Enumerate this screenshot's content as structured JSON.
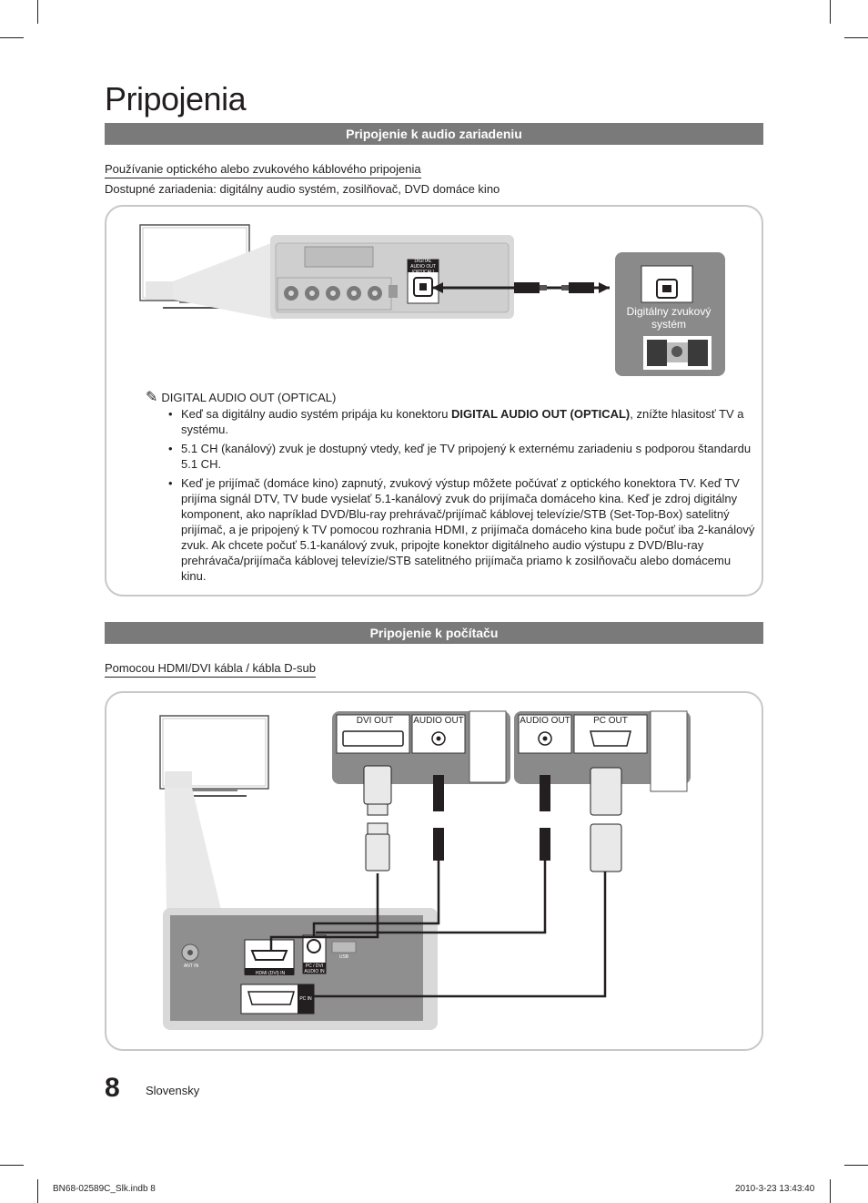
{
  "page": {
    "title": "Pripojenia",
    "page_number": "8",
    "language": "Slovensky",
    "file_slug": "BN68-02589C_Slk.indb   8",
    "timestamp": "2010-3-23   13:43:40"
  },
  "audio_section": {
    "header": "Pripojenie k audio zariadeniu",
    "subheading": "Používanie optického  alebo zvukového káblového pripojenia",
    "devices_line": "Dostupné zariadenia: digitálny audio systém, zosilňovač, DVD domáce kino",
    "diagram": {
      "optical_label": "OPTICAL",
      "device_label_line1": "Digitálny zvukový",
      "device_label_line2": "systém",
      "tv_port_label_line1": "DIGITAL",
      "tv_port_label_line2": "AUDIO OUT",
      "tv_port_label_line3": "(OPTICAL)"
    },
    "note_title": "DIGITAL AUDIO OUT (OPTICAL)",
    "bullets": [
      {
        "pre": "Keď sa digitálny audio systém pripája ku konektoru ",
        "bold": "DIGITAL AUDIO OUT (OPTICAL)",
        "post": ", znížte hlasitosť TV a systému."
      },
      {
        "pre": "5.1 CH (kanálový) zvuk je dostupný vtedy, keď je TV pripojený k externému zariadeniu s podporou štandardu 5.1 CH.",
        "bold": "",
        "post": ""
      },
      {
        "pre": "Keď je prijímač (domáce kino) zapnutý, zvukový výstup môžete počúvať z optického konektora TV. Keď TV prijíma signál DTV, TV bude vysielať 5.1-kanálový zvuk do prijímača domáceho kina. Keď je zdroj digitálny komponent, ako napríklad DVD/Blu-ray prehrávač/prijímač káblovej televízie/STB (Set-Top-Box) satelitný prijímač, a je pripojený k TV pomocou rozhrania HDMI, z prijímača domáceho kina bude počuť iba 2-kanálový zvuk. Ak chcete počuť 5.1-kanálový zvuk, pripojte konektor digitálneho audio výstupu z DVD/Blu-ray prehrávača/prijímača káblovej televízie/STB satelitného prijímača priamo k zosilňovaču alebo domácemu kinu.",
        "bold": "",
        "post": ""
      }
    ]
  },
  "pc_section": {
    "header": "Pripojenie k počítaču",
    "subheading": "Pomocou HDMI/DVI kábla / kábla D-sub",
    "diagram": {
      "dvi_out": "DVI OUT",
      "audio_out_1": "AUDIO OUT",
      "audio_out_2": "AUDIO OUT",
      "pc_out": "PC OUT",
      "hdmi_dvi_in": "HDMI (DVI) IN",
      "pc_dvi_audio_in_line1": "PC / DVI",
      "pc_dvi_audio_in_line2": "AUDIO IN",
      "pc_in": "PC IN",
      "ant_in": "ANT IN",
      "usb": "USB"
    }
  },
  "colors": {
    "section_bar": "#7a7a7a",
    "panel_border": "#c8c8c8",
    "device_box": "#8a8a8a",
    "text": "#231f20"
  }
}
